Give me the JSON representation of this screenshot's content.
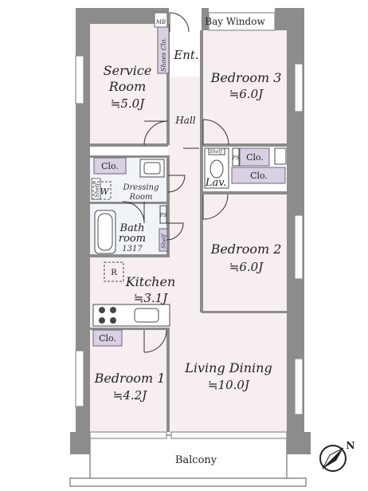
{
  "rooms": {
    "service_room": {
      "name_line1": "Service",
      "name_line2": "Room",
      "size": "≒5.0J"
    },
    "bedroom3": {
      "name": "Bedroom 3",
      "size": "≒6.0J"
    },
    "bedroom2": {
      "name": "Bedroom 2",
      "size": "≒6.0J"
    },
    "bedroom1": {
      "name": "Bedroom 1",
      "size": "≒4.2J"
    },
    "kitchen": {
      "name": "Kitchen",
      "size": "≒3.1J"
    },
    "living_dining": {
      "name": "Living Dining",
      "size": "≒10.0J"
    },
    "bathroom": {
      "name_line1": "Bath",
      "name_line2": "room",
      "size": "1317"
    },
    "dressing_room": {
      "name_line1": "Dressing",
      "name_line2": "Room"
    }
  },
  "labels": {
    "hall": "Hall",
    "entrance": "Ent.",
    "bay_window": "Bay Window",
    "balcony": "Balcony",
    "lavatory": "Lav.",
    "mb": "MB",
    "shoes_closet": "Shoes Clo.",
    "closet": "Clo.",
    "shelf": "Shelf",
    "ps": "PS",
    "washer": "W",
    "refrigerator": "R",
    "compass": "N"
  },
  "colors": {
    "wall": "#8c8c8c",
    "room_fill": "#f7eef0",
    "wet_fill": "#f0f4f9",
    "closet_fill": "#d9d0e4",
    "closet_stroke": "#6d6478"
  }
}
